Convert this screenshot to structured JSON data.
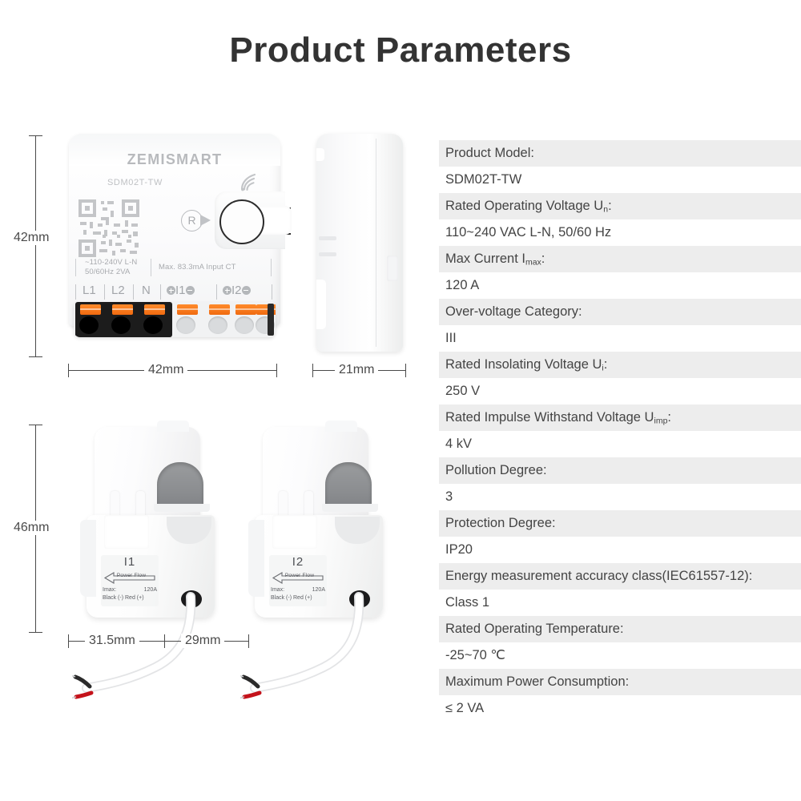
{
  "page": {
    "title": "Product Parameters",
    "background_color": "#ffffff",
    "title_color": "#333333"
  },
  "spec_table": {
    "row_label_bg": "#ededed",
    "row_value_bg": "#ffffff",
    "rows": [
      {
        "label": "Product Model:",
        "value": "SDM02T-TW"
      },
      {
        "label": "Rated Operating Voltage U",
        "label_sub": "n",
        "label_suffix": ":",
        "value": "110~240 VAC L-N, 50/60 Hz"
      },
      {
        "label": "Max Current I",
        "label_sub": "max",
        "label_suffix": ":",
        "value": "120 A"
      },
      {
        "label": "Over-voltage Category:",
        "value": " III"
      },
      {
        "label": "Rated Insolating Voltage U",
        "label_sub": "i",
        "label_suffix": ":",
        "value": "250 V"
      },
      {
        "label": "Rated Impulse Withstand Voltage U",
        "label_sub": "imp",
        "label_suffix": ":",
        "value": "4 kV"
      },
      {
        "label": "Pollution Degree:",
        "value": "3"
      },
      {
        "label": "Protection Degree:",
        "value": "IP20"
      },
      {
        "label": "Energy measurement accuracy class(IEC61557-12):",
        "value": "Class 1"
      },
      {
        "label": "Rated Operating Temperature:",
        "value": "-25~70 ℃"
      },
      {
        "label": "Maximum Power Consumption:",
        "value": "≤ 2 VA"
      }
    ]
  },
  "device_main": {
    "brand": "ZEMISMART",
    "model": "SDM02T-TW",
    "reset_letter": "R",
    "rating_left_line1": "~110-240V L-N",
    "rating_left_line2": "50/60Hz 2VA",
    "rating_right": "Max. 83.3mA Input CT",
    "terminals": [
      "L1",
      "L2",
      "N",
      "I1",
      "I2"
    ]
  },
  "ct_sensors": [
    {
      "id": "I1",
      "flow_text": "Power Flow",
      "imax_label": "Imax:",
      "imax_value": "120A",
      "polarity": "Black (-) Red (+)"
    },
    {
      "id": "I2",
      "flow_text": "Power Flow",
      "imax_label": "Imax:",
      "imax_value": "120A",
      "polarity": "Black (-) Red (+)"
    }
  ],
  "dimensions": {
    "main_height": "42mm",
    "main_width": "42mm",
    "main_depth": "21mm",
    "ct_height": "46mm",
    "ct_width": "31.5mm",
    "ct_depth": "29mm"
  }
}
